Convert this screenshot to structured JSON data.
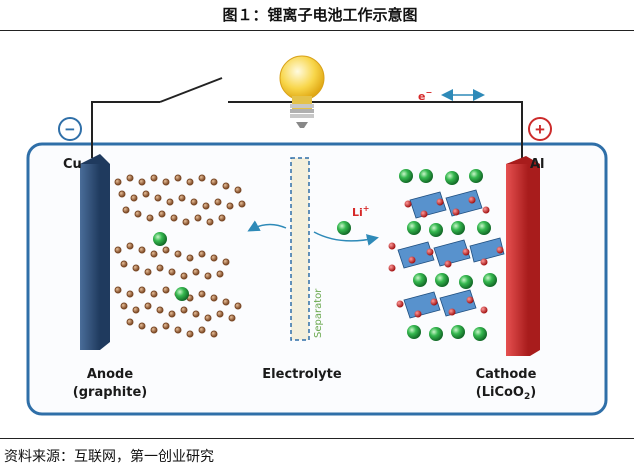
{
  "title": "图１：锂离子电池工作示意图",
  "source": "资料来源：互联网，第一创业研究",
  "diagram": {
    "terminals": {
      "negative": "−",
      "positive": "+"
    },
    "electron": {
      "symbol": "e",
      "charge": "−"
    },
    "ion": {
      "symbol": "Li",
      "charge": "+"
    },
    "anode": {
      "metal": "Cu",
      "name": "Anode",
      "material": "(graphite)"
    },
    "cathode": {
      "metal": "Al",
      "name": "Cathode",
      "material": "(LiCoO",
      "material_sub": "2",
      "material_close": ")"
    },
    "separator": "Separator",
    "electrolyte": "Electrolyte"
  },
  "colors": {
    "anode_electrode": "#2f4f7a",
    "cathode_electrode": "#cc2b2b",
    "cell_border": "#2f6fa8",
    "cell_fill": "#fbfcfe",
    "graphite": "#a0653a",
    "lithium": "#2fae4a",
    "oxygen": "#c83030",
    "cobalt_layer": "#3b7fc4",
    "separator": "#f3efdc",
    "arrow": "#2e8ab8",
    "electron_label": "#d62828",
    "bulb": "#f8d64a"
  }
}
